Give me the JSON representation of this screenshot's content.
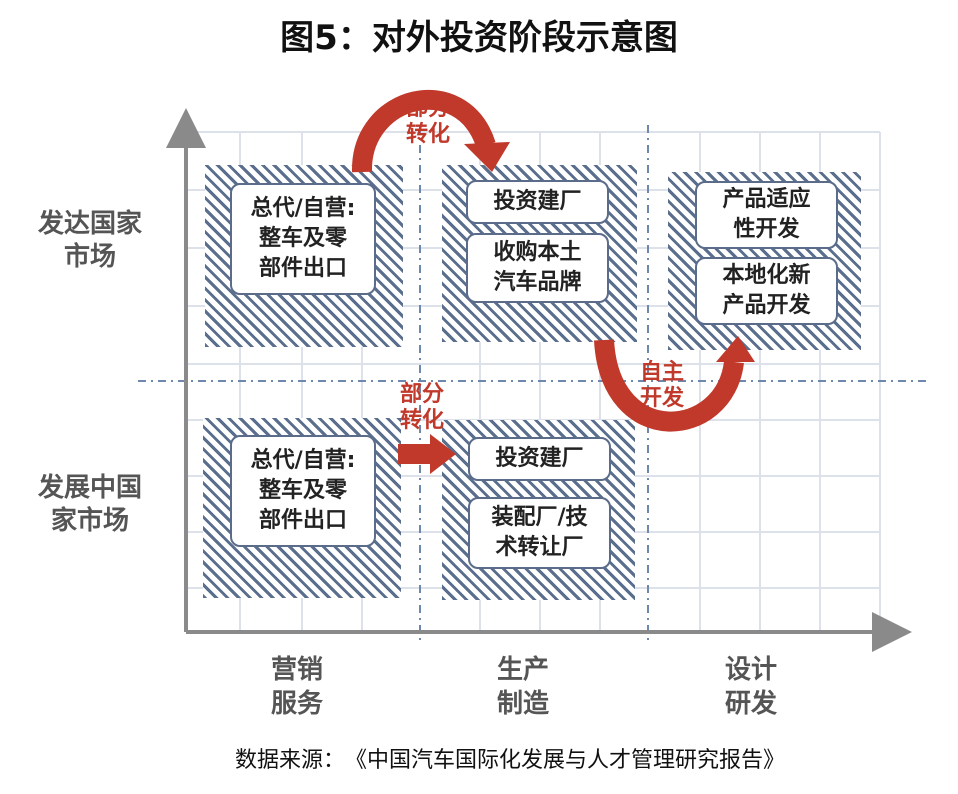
{
  "title": "图5：对外投资阶段示意图",
  "rows": {
    "developed": "发达国家\n市场",
    "developing": "发展中国\n家市场"
  },
  "columns": {
    "marketing": "营销\n服务",
    "production": "生产\n制造",
    "rnd": "设计\n研发"
  },
  "cells": {
    "dev_marketing": "总代/自营:\n整车及零\n部件出口",
    "dev_prod_1": "投资建厂",
    "dev_prod_2": "收购本土\n汽车品牌",
    "dev_rnd_1": "产品适应\n性开发",
    "dev_rnd_2": "本地化新\n产品开发",
    "devg_marketing": "总代/自营:\n整车及零\n部件出口",
    "devg_prod_1": "投资建厂",
    "devg_prod_2": "装配厂/技\n术转让厂"
  },
  "arrows": {
    "top_partial": "部分\n转化",
    "mid_partial": "部分\n转化",
    "independent": "自主\n开发"
  },
  "source": "数据来源：　《中国汽车国际化发展与人才管理研究报告》",
  "colors": {
    "arrow": "#c0392b",
    "hatch": "#5a6e8e",
    "grid": "#dde2ea",
    "axis": "#888888",
    "divider": "#6d87ad"
  }
}
